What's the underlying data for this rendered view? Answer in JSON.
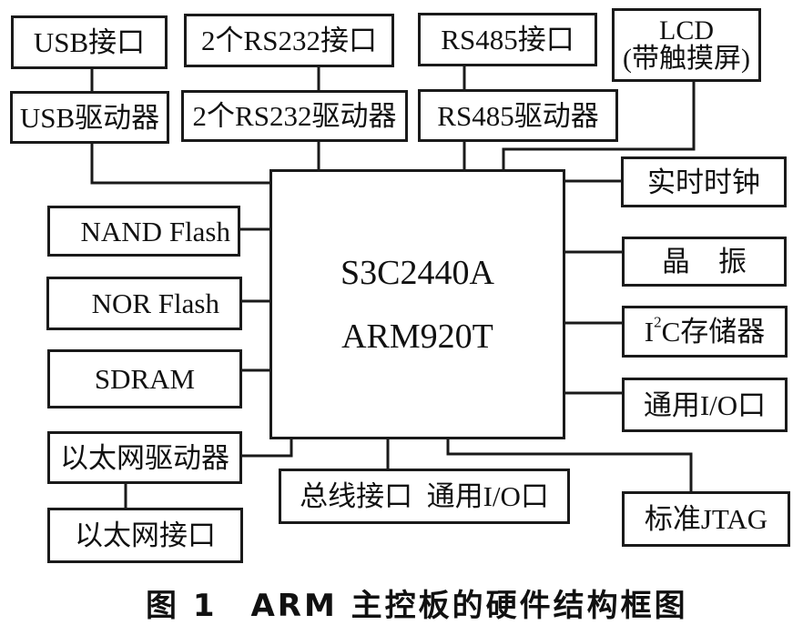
{
  "diagram": {
    "cpu": {
      "line1": "S3C2440A",
      "line2": "ARM920T"
    },
    "top": {
      "usb_interface": "USB接口",
      "usb_driver": "USB驱动器",
      "rs232_interface": "2个RS232接口",
      "rs232_driver": "2个RS232驱动器",
      "rs485_interface": "RS485接口",
      "rs485_driver": "RS485驱动器",
      "lcd_line1": "LCD",
      "lcd_line2": "(带触摸屏)"
    },
    "left": {
      "nand_flash": "NAND Flash",
      "nor_flash": "NOR Flash",
      "sdram": "SDRAM",
      "ethernet_driver": "以太网驱动器",
      "ethernet_interface": "以太网接口"
    },
    "right": {
      "rtc": "实时时钟",
      "crystal": "晶　振",
      "i2c_prefix": "I",
      "i2c_sup": "2",
      "i2c_suffix": "C存储器",
      "gpio": "通用I/O口",
      "jtag": "标准JTAG"
    },
    "bottom": {
      "bus_gpio": "总线接口  通用I/O口"
    },
    "caption": "图 1　ARM 主控板的硬件结构框图"
  }
}
